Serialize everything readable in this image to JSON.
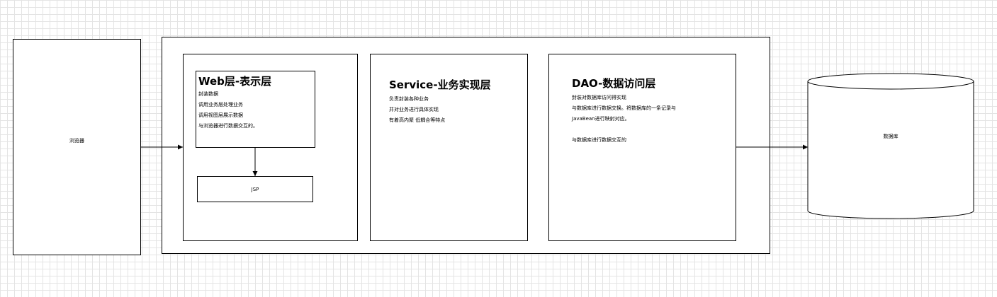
{
  "browser": {
    "label": "浏览器"
  },
  "web_layer": {
    "title": "Web层-表示层",
    "lines": [
      "封装数据",
      "调用业务层处理业务",
      "调用视图层展示数据",
      "与浏览器进行数据交互的。"
    ]
  },
  "jsp": {
    "label": "JSP"
  },
  "service_layer": {
    "title": "Service-业务实现层",
    "lines": [
      "负责封装各种业务",
      "并对业务进行具体实现",
      "有着高内聚 低耦合等特点"
    ]
  },
  "dao_layer": {
    "title": "DAO-数据访问层",
    "lines": [
      "封装对数据库访问得实现",
      "与数据库进行数据交换。将数据库的一条记录与",
      "JavaBean进行映射对应。",
      "",
      "与数据库进行数据交互的"
    ]
  },
  "database": {
    "label": "数据库"
  }
}
